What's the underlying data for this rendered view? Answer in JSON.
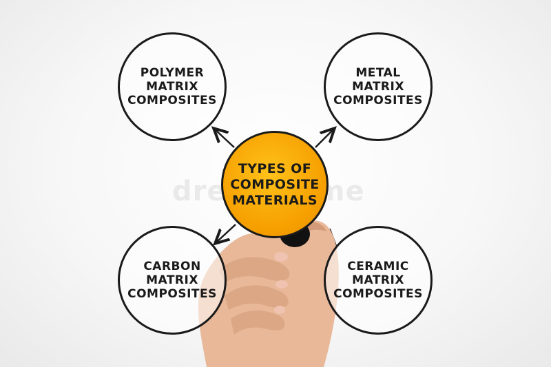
{
  "diagram": {
    "center": {
      "label": "TYPES OF\nCOMPOSITE\nMATERIALS"
    },
    "nodes": [
      {
        "id": "polymer",
        "label": "POLYMER\nMATRIX\nCOMPOSITES"
      },
      {
        "id": "metal",
        "label": "METAL\nMATRIX\nCOMPOSITES"
      },
      {
        "id": "carbon",
        "label": "CARBON\nMATRIX\nCOMPOSITES"
      },
      {
        "id": "ceramic",
        "label": "CERAMIC\nMATRIX\nCOMPOSITES"
      }
    ]
  },
  "watermark": "dreamstime",
  "colors": {
    "center_fill": "#f6a000",
    "outline": "#1a1a1a",
    "skin": "#e8b899",
    "marker": "#111111"
  }
}
